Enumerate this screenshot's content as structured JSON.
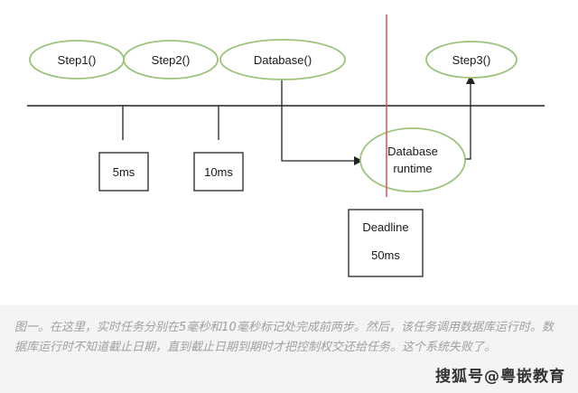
{
  "diagram": {
    "nodes": {
      "step1": "Step1()",
      "step2": "Step2()",
      "database": "Database()",
      "step3": "Step3()",
      "runtime_line1": "Database",
      "runtime_line2": "runtime"
    },
    "boxes": {
      "box_5ms": "5ms",
      "box_10ms": "10ms",
      "deadline_title": "Deadline",
      "deadline_value": "50ms"
    },
    "colors": {
      "ellipse_stroke": "#9bc47a",
      "deadline_line": "#e05a5a",
      "line": "#222222"
    }
  },
  "caption": {
    "text": "图一。在这里，实时任务分别在5毫秒和10毫秒标记处完成前两步。然后，该任务调用数据库运行时。数据库运行时不知道截止日期，直到截止日期到期时才把控制权交还给任务。这个系统失败了。"
  },
  "watermark": {
    "text": "搜狐号@粤嵌教育"
  }
}
